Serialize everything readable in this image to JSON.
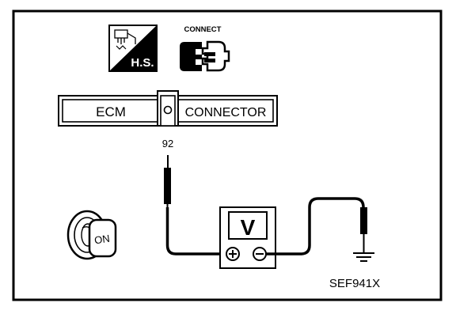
{
  "icons": {
    "hs_label": "H.S.",
    "connect_label": "CONNECT",
    "hs_icon": "harness-schematic-icon",
    "connect_icon": "connector-plug-icon"
  },
  "connector": {
    "left_label": "ECM",
    "right_label": "CONNECTOR",
    "terminal_number": "92"
  },
  "ignition": {
    "switch_label": "ON",
    "icon": "ignition-key-icon"
  },
  "voltmeter": {
    "label": "V",
    "positive_icon": "plus-terminal-icon",
    "negative_icon": "minus-terminal-icon"
  },
  "ground": {
    "icon": "ground-symbol-icon"
  },
  "figure_code": "SEF941X"
}
